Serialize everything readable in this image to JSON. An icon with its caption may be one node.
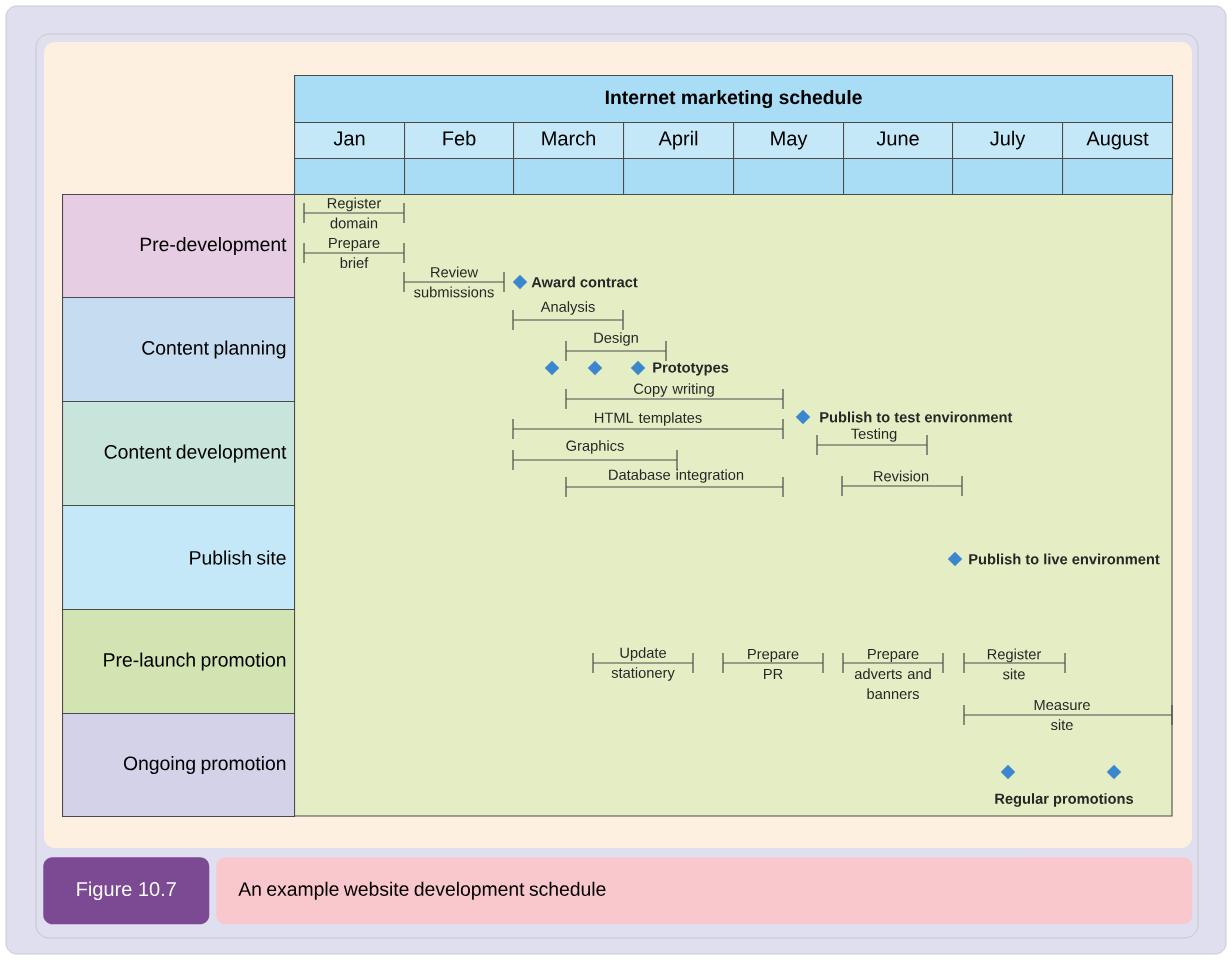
{
  "diagram": {
    "nodes": [
      {
        "text": [
          "Internet marketing schedule"
        ]
      },
      {
        "text": [
          "Jan"
        ]
      },
      {
        "text": [
          "Feb"
        ]
      },
      {
        "text": [
          "March"
        ]
      },
      {
        "text": [
          "April"
        ]
      },
      {
        "text": [
          "May"
        ]
      },
      {
        "text": [
          "June"
        ]
      },
      {
        "text": [
          "July"
        ]
      },
      {
        "text": [
          "August"
        ]
      },
      {
        "text": [],
        "shape": "box"
      },
      {
        "text": [],
        "shape": "box"
      },
      {
        "text": [],
        "shape": "box"
      },
      {
        "text": [],
        "shape": "box"
      },
      {
        "text": [],
        "shape": "box"
      },
      {
        "text": [],
        "shape": "box"
      },
      {
        "text": [],
        "shape": "box"
      },
      {
        "text": [],
        "shape": "box"
      },
      {
        "text": [
          "Pre-development"
        ]
      },
      {
        "text": [
          "Content planning"
        ]
      },
      {
        "text": [
          "Content development"
        ]
      },
      {
        "text": [
          "Publish site"
        ]
      },
      {
        "text": [
          "Pre-launch promotion"
        ]
      },
      {
        "text": [
          "Ongoing promotion"
        ]
      },
      {
        "text": [
          "Figure 10.7"
        ]
      },
      {
        "text": [
          "An example website development schedule"
        ]
      }
    ],
    "labels": [
      "Register domain",
      "Prepare brief",
      "Review submissions",
      "Award contract",
      "Analysis",
      "Design",
      "Prototypes",
      "Copy writing",
      "HTML templates",
      "Publish to test environment",
      "Testing",
      "Graphics",
      "Database integration",
      "Revision",
      "Publish to live environment",
      "Update stationery",
      "Prepare PR",
      "Prepare adverts and banners",
      "Register site",
      "Measure site",
      "Regular promotions"
    ]
  }
}
